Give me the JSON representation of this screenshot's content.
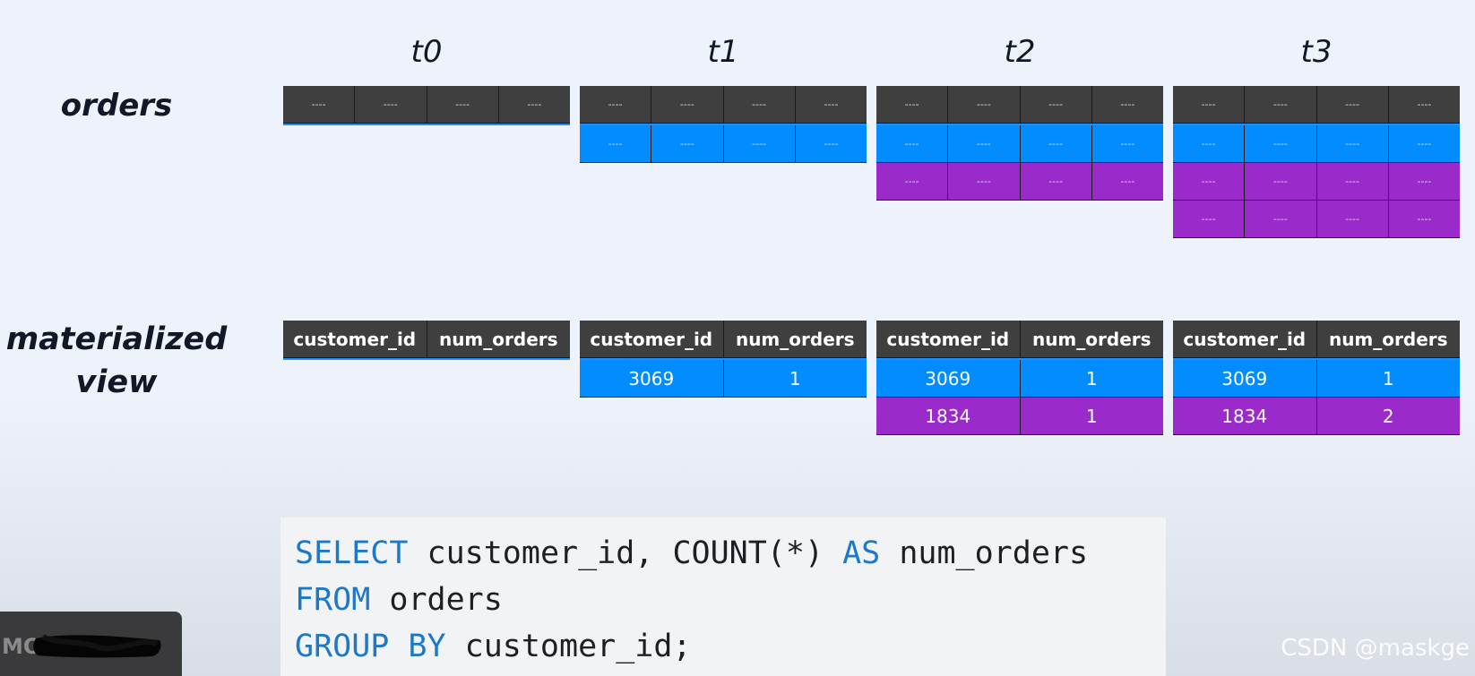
{
  "labels": {
    "orders": "orders",
    "materialized_line1": "materialized",
    "materialized_line2": "view"
  },
  "times": [
    "t0",
    "t1",
    "t2",
    "t3"
  ],
  "orders_placeholder": "----",
  "orders_table": {
    "column_count": 4,
    "snapshots": [
      {
        "time": "t0",
        "row_colors": []
      },
      {
        "time": "t1",
        "row_colors": [
          "blue"
        ]
      },
      {
        "time": "t2",
        "row_colors": [
          "blue",
          "purple"
        ]
      },
      {
        "time": "t3",
        "row_colors": [
          "blue",
          "purple",
          "purple"
        ]
      }
    ]
  },
  "materialized_view": {
    "columns": [
      "customer_id",
      "num_orders"
    ],
    "snapshots": [
      {
        "time": "t0",
        "rows": []
      },
      {
        "time": "t1",
        "rows": [
          {
            "customer_id": "3069",
            "num_orders": "1",
            "color": "blue"
          }
        ]
      },
      {
        "time": "t2",
        "rows": [
          {
            "customer_id": "3069",
            "num_orders": "1",
            "color": "blue"
          },
          {
            "customer_id": "1834",
            "num_orders": "1",
            "color": "purple"
          }
        ]
      },
      {
        "time": "t3",
        "rows": [
          {
            "customer_id": "3069",
            "num_orders": "1",
            "color": "blue"
          },
          {
            "customer_id": "1834",
            "num_orders": "2",
            "color": "purple"
          }
        ]
      }
    ]
  },
  "sql": {
    "line1": {
      "kw1": "SELECT",
      "text1": " customer_id, COUNT(*) ",
      "kw2": "AS",
      "text2": " num_orders"
    },
    "line2": {
      "kw1": "FROM",
      "text1": " orders"
    },
    "line3": {
      "kw1": "GROUP BY",
      "text1": " customer_id;"
    }
  },
  "colors": {
    "header": "#3f3f3f",
    "blue": "#028cfe",
    "purple": "#9a2ac9",
    "sql_keyword": "#1d78c8"
  },
  "watermark": "CSDN @maskge",
  "logo_text": "MOTHERDUCK"
}
